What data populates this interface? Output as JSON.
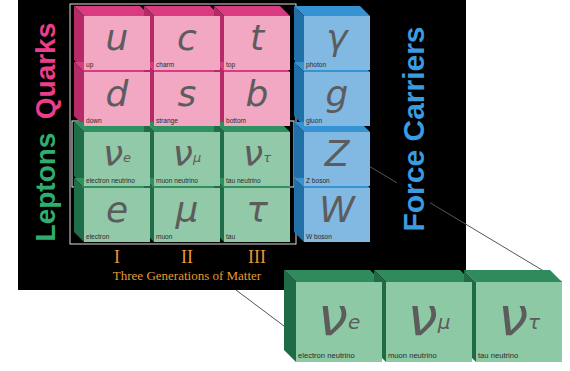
{
  "diagram": {
    "nodes": [
      {
        "text": [
          "u",
          "up"
        ]
      },
      {
        "text": [
          "c",
          "charm"
        ]
      },
      {
        "text": [
          "t",
          "top"
        ]
      },
      {
        "text": [
          "γ",
          "photon"
        ]
      },
      {
        "text": [
          "d",
          "down"
        ]
      },
      {
        "text": [
          "s",
          "strange"
        ]
      },
      {
        "text": [
          "b",
          "bottom"
        ]
      },
      {
        "text": [
          "g",
          "gluon"
        ]
      },
      {
        "text": [
          "ν",
          "e",
          "electron neutrino"
        ]
      },
      {
        "text": [
          "ν",
          "μ",
          "muon neutrino"
        ]
      },
      {
        "text": [
          "ν",
          "τ",
          "tau neutrino"
        ]
      },
      {
        "text": [
          "Z",
          "Z boson"
        ]
      },
      {
        "text": [
          "e",
          "electron"
        ]
      },
      {
        "text": [
          "μ",
          "muon"
        ]
      },
      {
        "text": [
          "τ",
          "tau"
        ]
      },
      {
        "text": [
          "W",
          "W boson"
        ]
      },
      {
        "text": [
          "ν",
          "e",
          "electron neutrino"
        ]
      },
      {
        "text": [
          "ν",
          "μ",
          "muon neutrino"
        ]
      },
      {
        "text": [
          "ν",
          "τ",
          "tau neutrino"
        ]
      }
    ],
    "labels": [
      "Quarks",
      "Leptons",
      "Force Carriers",
      "I",
      "II",
      "III",
      "Three Generations of Matter"
    ]
  }
}
